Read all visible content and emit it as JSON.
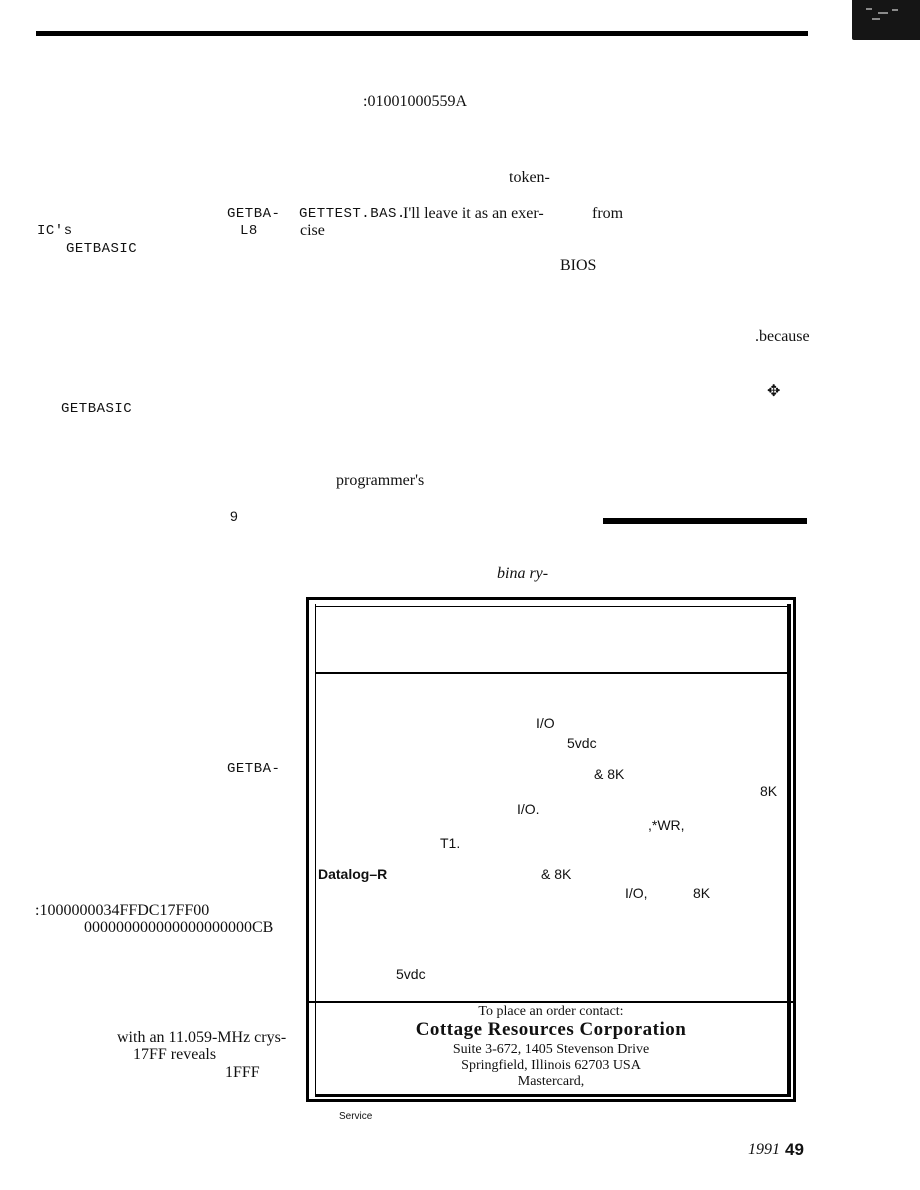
{
  "page": {
    "hex_line_top": ":01001000559A",
    "frag_token": "token-",
    "frag_getba_1": "GETBA-",
    "frag_gettest": "GETTEST.BAS.",
    "frag_leave": "I'll leave it as an exer-",
    "frag_from": "from",
    "frag_ics": "IC's",
    "frag_l8": "L8",
    "frag_cise": "cise",
    "frag_getbasic_1": "GETBASIC",
    "frag_bios": "BIOS",
    "frag_because": ".because",
    "frag_getbasic_2": "GETBASIC",
    "frag_programmers": "programmer's",
    "frag_9": "9",
    "frag_binary": "bina ry-",
    "frag_getba_2": "GETBA-",
    "hex_line_1": ":1000000034FFDC17FF00",
    "hex_line_2": "000000000000000000000CB",
    "frag_crystal": "with an 11.059-MHz crys-",
    "frag_reveals": "17FF reveals",
    "frag_1fff": "1FFF",
    "ornament": "✥",
    "footer_year": "1991",
    "footer_page": "49"
  },
  "ad": {
    "io_1": "I/O",
    "vdc_1": "5vdc",
    "ram_1": "& 8K",
    "ram_2": "8K",
    "io_2": "I/O.",
    "wr": ",*WR,",
    "t1": "T1.",
    "datalog": "Datalog–R",
    "ram_3": "& 8K",
    "io_3": "I/O,",
    "ram_4": "8K",
    "vdc_2": "5vdc",
    "order_contact": "To place an order contact:",
    "company": "Cottage Resources Corporation",
    "address_1": "Suite 3-672, 1405 Stevenson Drive",
    "address_2": "Springfield, Illinois 62703 USA",
    "mastercard": "Mastercard,",
    "service": "Service"
  }
}
